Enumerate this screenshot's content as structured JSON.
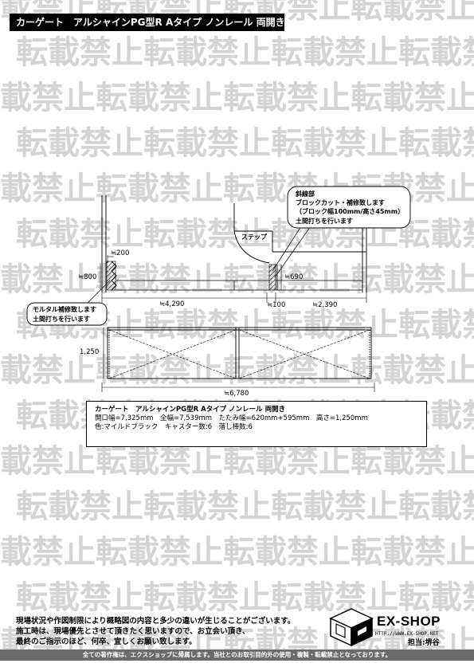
{
  "header": {
    "title": "カーゲート　アルシャインPG型R Aタイプ ノンレール 両開き"
  },
  "watermark": {
    "text": "転載禁止",
    "color": "#d4d4d4"
  },
  "drawing": {
    "step_label": "ステップ",
    "callout_slope": {
      "lines": [
        "斜線部",
        "ブロックカット・補修致します",
        "（ブロック幅100mm/高さ45mm）",
        "土間打ちを行います"
      ]
    },
    "callout_mortar": {
      "lines": [
        "モルタル補修致します",
        "土間打ちを行います"
      ]
    },
    "dimensions": {
      "post_offset": "≒200",
      "left_depth": "≒800",
      "right_depth": "≒690",
      "left_width": "≒4,290",
      "block_width": "≒100",
      "right_width": "≒2,390",
      "gate_height": "1,250",
      "gate_width": "≒6,780"
    }
  },
  "spec": {
    "title": "カーゲート　アルシャインPG型R Aタイプ ノンレール 両開き",
    "line1": "開口幅=7,325mm　全幅=7,539mm　たたみ幅=620mm+595mm　高さ=1,250mm",
    "line2": "色:マイルドブラック　キャスター数:6　落し棒数:6"
  },
  "footer": {
    "notes": [
      "現場状況や作図制限により概略図の内容と多少の違いが生じることがございます。",
      "施工時は、現場優先とさせて頂きたく思いますので、お立会い頂き、",
      "最終のご指示のほど、何卒、宜しくお願い致します。"
    ],
    "copyright": "全ての著作権は、エクスショップに帰属します。当社とのお取引目的外の使用・複製・転載禁止となっております。"
  },
  "brand": {
    "name": "EX-SHOP",
    "url": "HTTP://WWW.EX-SHOP.NET",
    "staff": "担当:堺谷"
  }
}
